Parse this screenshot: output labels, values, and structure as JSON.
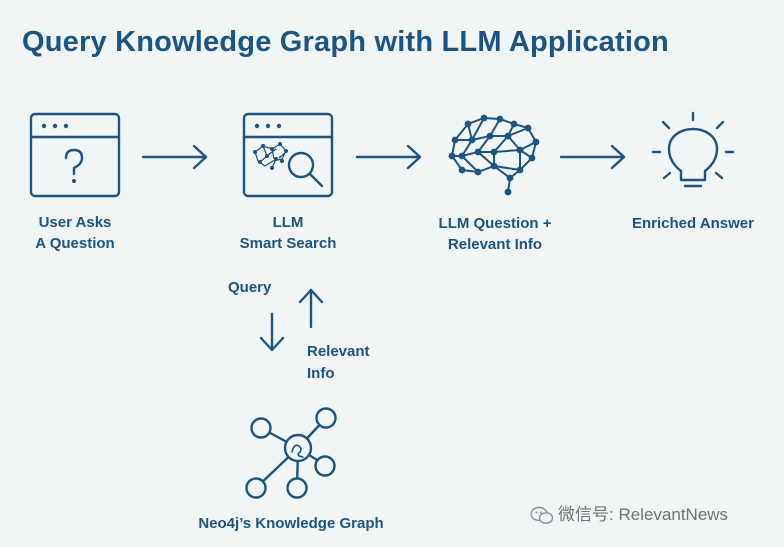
{
  "title": "Query Knowledge Graph with LLM Application",
  "steps": [
    {
      "line1": "User Asks",
      "line2": "A Question",
      "icon": "question-window-icon"
    },
    {
      "line1": "LLM",
      "line2": "Smart Search",
      "icon": "search-window-icon"
    },
    {
      "line1": "LLM Question +",
      "line2": "Relevant Info",
      "icon": "brain-network-icon"
    },
    {
      "line1": "Enriched Answer",
      "line2": "",
      "icon": "lightbulb-icon"
    }
  ],
  "side_flow": {
    "query_label": "Query",
    "relevant_line1": "Relevant",
    "relevant_line2": "Info"
  },
  "graph": {
    "label": "Neo4j’s Knowledge Graph",
    "icon": "graph-hub-icon"
  },
  "watermark": "微信号: RelevantNews",
  "colors": {
    "primary": "#1a5583",
    "background": "#f2f5f6"
  }
}
